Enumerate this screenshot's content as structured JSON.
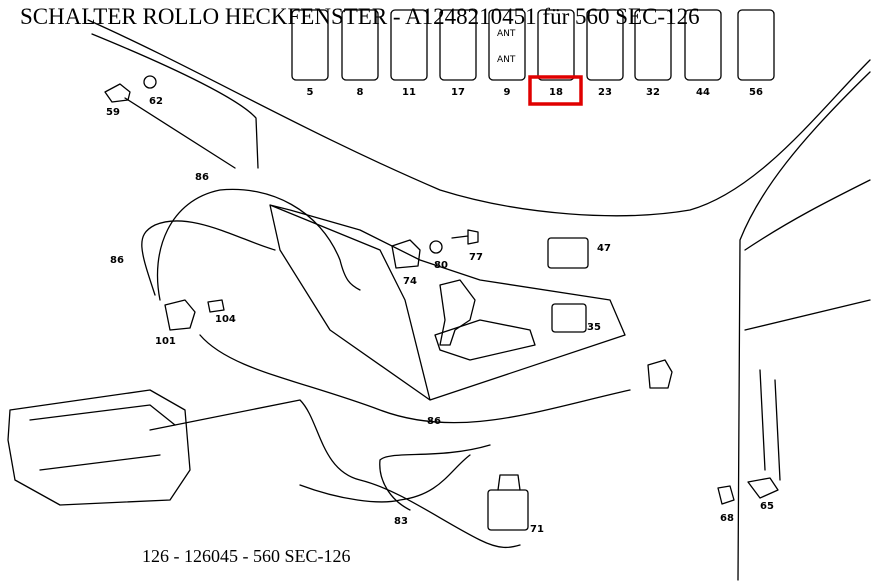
{
  "title": "SCHALTER ROLLO HECKFENSTER - A1248210451 für 560 SEC-126",
  "footer": "126 - 126045 - 560 SEC-126",
  "highlight_color": "#e00000",
  "switch_panel": {
    "numbers": [
      "5",
      "8",
      "11",
      "17",
      "9",
      "18",
      "23",
      "32",
      "44",
      "56"
    ],
    "highlighted": "18",
    "ant_labels": [
      "ANT",
      "ANT"
    ]
  },
  "callouts": {
    "c59": "59",
    "c62": "62",
    "c86a": "86",
    "c86b": "86",
    "c86c": "86",
    "c74": "74",
    "c80": "80",
    "c77": "77",
    "c47": "47",
    "c35": "35",
    "c104": "104",
    "c101": "101",
    "c83": "83",
    "c71": "71",
    "c68": "68",
    "c65": "65"
  }
}
